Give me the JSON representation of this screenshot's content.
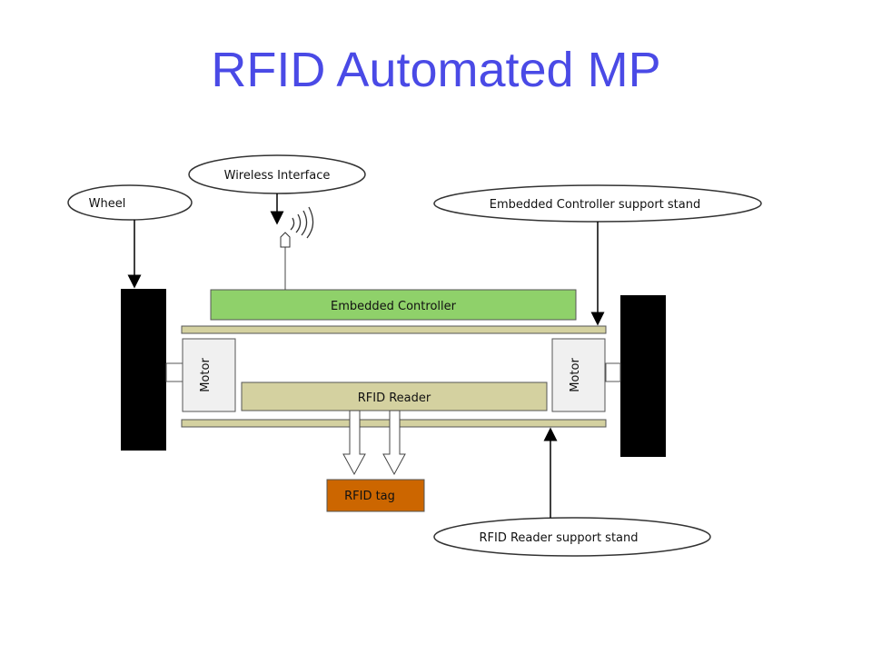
{
  "title": "RFID Automated MP",
  "diagram": {
    "callouts": {
      "wireless": "Wireless Interface",
      "wheel": "Wheel",
      "controller_stand": "Embedded Controller support stand",
      "reader_stand": "RFID Reader support stand"
    },
    "blocks": {
      "controller": "Embedded Controller",
      "reader": "RFID Reader",
      "tag": "RFID tag",
      "motor_left": "Motor",
      "motor_right": "Motor"
    },
    "colors": {
      "title": "#4a4ae6",
      "controller_fill": "#8fd16a",
      "reader_fill": "#d4d1a0",
      "stand_fill": "#d4d1a0",
      "tag_fill": "#cc6600",
      "wheel_fill": "#000000",
      "motor_fill": "#f0f0f0"
    }
  }
}
